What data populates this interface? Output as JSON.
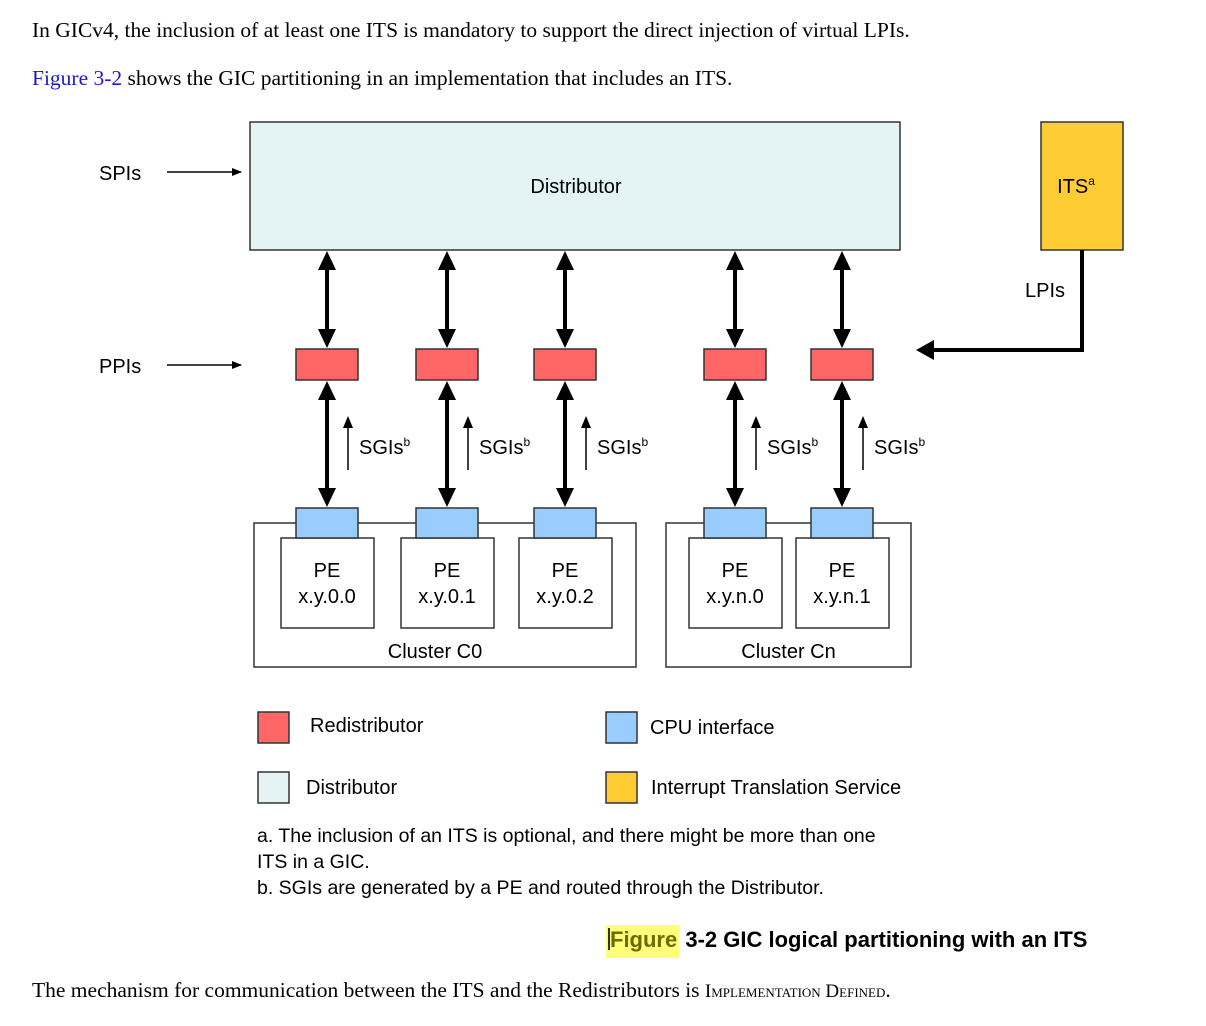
{
  "intro": {
    "line1": "In GICv4, the inclusion of at least one ITS is mandatory to support the direct injection of virtual LPIs.",
    "line2_link": "Figure 3-2",
    "line2_rest": " shows the GIC partitioning in an implementation that includes an ITS."
  },
  "diagram": {
    "inputs": {
      "spis": "SPIs",
      "ppis": "PPIs",
      "lpis": "LPIs"
    },
    "distributor_label": "Distributor",
    "its_label": "ITS",
    "its_superscript": "a",
    "sgi_label": "SGIs",
    "sgi_superscript": "b",
    "clusters": [
      {
        "label": "Cluster C0",
        "pes": [
          {
            "name": "PE",
            "id": "x.y.0.0"
          },
          {
            "name": "PE",
            "id": "x.y.0.1"
          },
          {
            "name": "PE",
            "id": "x.y.0.2"
          }
        ]
      },
      {
        "label": "Cluster Cn",
        "pes": [
          {
            "name": "PE",
            "id": "x.y.n.0"
          },
          {
            "name": "PE",
            "id": "x.y.n.1"
          }
        ]
      }
    ],
    "colors": {
      "distributor": "#e4f3f4",
      "redistributor": "#ff6666",
      "cpu_interface": "#99ccff",
      "its": "#ffcc33"
    }
  },
  "legend": [
    {
      "label": "Redistributor",
      "color": "#ff6666"
    },
    {
      "label": "CPU interface",
      "color": "#99ccff"
    },
    {
      "label": "Distributor",
      "color": "#e4f3f4"
    },
    {
      "label": "Interrupt Translation Service",
      "color": "#ffcc33"
    }
  ],
  "notes": {
    "a_line1": "a. The inclusion of an ITS is optional, and there might be more than one",
    "a_line2": "ITS in a GIC.",
    "b": "b. SGIs are generated by a PE and routed through the Distributor."
  },
  "caption": {
    "highlight": "Figure",
    "rest": " 3-2 GIC logical partitioning with an ITS"
  },
  "outro": {
    "text": "The mechanism for communication between the ITS and the Redistributors is ",
    "smallcaps": "Implementation Defined",
    "end": "."
  }
}
